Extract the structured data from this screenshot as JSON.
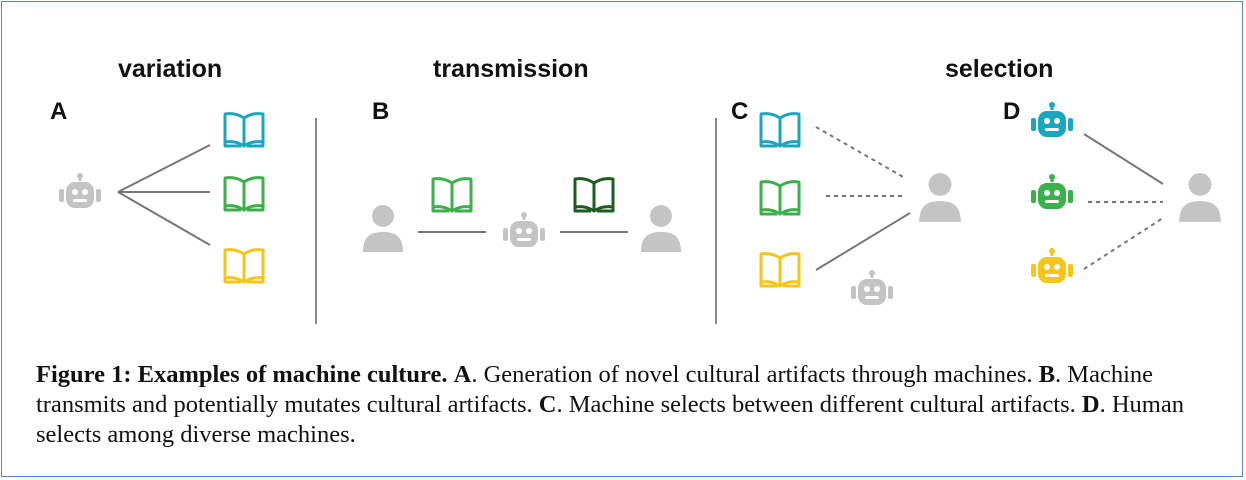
{
  "headings": {
    "variation": "variation",
    "transmission": "transmission",
    "selection": "selection"
  },
  "panels": {
    "a": "A",
    "b": "B",
    "c": "C",
    "d": "D"
  },
  "colors": {
    "cyan": "#1aa6bf",
    "green": "#3bb14a",
    "dark_green": "#1b5e20",
    "yellow": "#f5c518",
    "gray": "#c4c4c4",
    "line": "#777777",
    "frame": "#5b86c4"
  },
  "icons": [
    "robot-icon",
    "book-icon",
    "person-icon"
  ],
  "caption": {
    "figure_label": "Figure 1: Examples of machine culture.",
    "a_label": "A",
    "a_text": ". Generation of novel cultural artifacts through machines.",
    "b_label": "B",
    "b_text": ". Machine transmits and potentially mutates cultural artifacts.",
    "c_label": "C",
    "c_text": ". Machine selects between different cultural artifacts.",
    "d_label": "D",
    "d_text": ". Human selects among diverse machines."
  }
}
